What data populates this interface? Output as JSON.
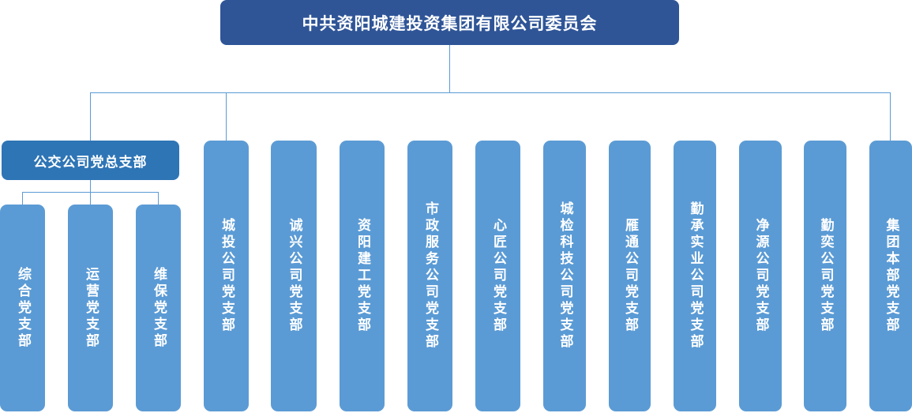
{
  "root": {
    "label": "中共资阳城建投资集团有限公司委员会"
  },
  "bus_branch": {
    "label": "公交公司党总支部",
    "children": [
      "综合党支部",
      "运营党支部",
      "维保党支部"
    ]
  },
  "branches": [
    "城投公司党支部",
    "诚兴公司党支部",
    "资阳建工党支部",
    "市政服务公司党支部",
    "心匠公司党支部",
    "城检科技公司党支部",
    "雁通公司党支部",
    "勤承实业公司党支部",
    "净源公司党支部",
    "勤奕公司党支部",
    "集团本部党支部"
  ],
  "colors": {
    "root": "#2f5597",
    "sub": "#2e75b6",
    "branch": "#5b9bd5",
    "line": "#5b9bd5"
  }
}
